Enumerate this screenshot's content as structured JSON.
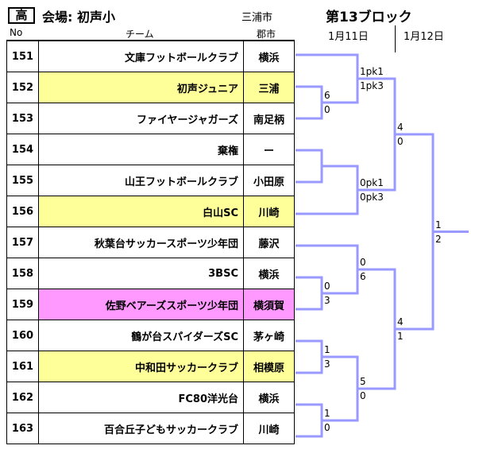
{
  "header": {
    "badge": "高",
    "venue": "会場: 初声小",
    "city": "三浦市",
    "block": "第13ブロック",
    "dates": [
      "1月11日",
      "1月12日"
    ],
    "col_no": "No",
    "col_team": "チーム",
    "col_city": "郡市"
  },
  "teams": [
    {
      "no": "151",
      "name": "文庫フットボールクラブ",
      "city": "横浜",
      "hl": ""
    },
    {
      "no": "152",
      "name": "初声ジュニア",
      "city": "三浦",
      "hl": "yellow"
    },
    {
      "no": "153",
      "name": "ファイヤージャガーズ",
      "city": "南足柄",
      "hl": ""
    },
    {
      "no": "154",
      "name": "棄権",
      "city": "ー",
      "hl": ""
    },
    {
      "no": "155",
      "name": "山王フットボールクラブ",
      "city": "小田原",
      "hl": ""
    },
    {
      "no": "156",
      "name": "白山SC",
      "city": "川崎",
      "hl": "yellow"
    },
    {
      "no": "157",
      "name": "秋葉台サッカースポーツ少年団",
      "city": "藤沢",
      "hl": ""
    },
    {
      "no": "158",
      "name": "3BSC",
      "city": "横浜",
      "hl": ""
    },
    {
      "no": "159",
      "name": "佐野ベアーズスポーツ少年団",
      "city": "横須賀",
      "hl": "pink"
    },
    {
      "no": "160",
      "name": "鶴が台スパイダーズSC",
      "city": "茅ヶ崎",
      "hl": ""
    },
    {
      "no": "161",
      "name": "中和田サッカークラブ",
      "city": "相模原",
      "hl": "yellow"
    },
    {
      "no": "162",
      "name": "FC80洋光台",
      "city": "横浜",
      "hl": ""
    },
    {
      "no": "163",
      "name": "百合丘子どもサッカークラブ",
      "city": "川崎",
      "hl": ""
    }
  ],
  "scores": {
    "r1_152_153": [
      "6",
      "0"
    ],
    "r1_154_155": [
      "",
      ""
    ],
    "r1_158_159": [
      "0",
      "3"
    ],
    "r1_160_161": [
      "1",
      "3"
    ],
    "r1_162_163": [
      "1",
      "0"
    ],
    "r2_151_152": [
      "1pk1",
      "1pk3"
    ],
    "r2_155_156": [
      "0pk1",
      "0pk3"
    ],
    "r2_157_159": [
      "0",
      "6"
    ],
    "r2_161_163": [
      "5",
      "0"
    ],
    "r3_a": [
      "4",
      "0"
    ],
    "r3_b": [
      "4",
      "1"
    ],
    "final": [
      "1",
      "2"
    ]
  },
  "colors": {
    "bracket_line": "#9999ff",
    "highlight_yellow": "#ffff99",
    "highlight_pink": "#ff99ff"
  }
}
